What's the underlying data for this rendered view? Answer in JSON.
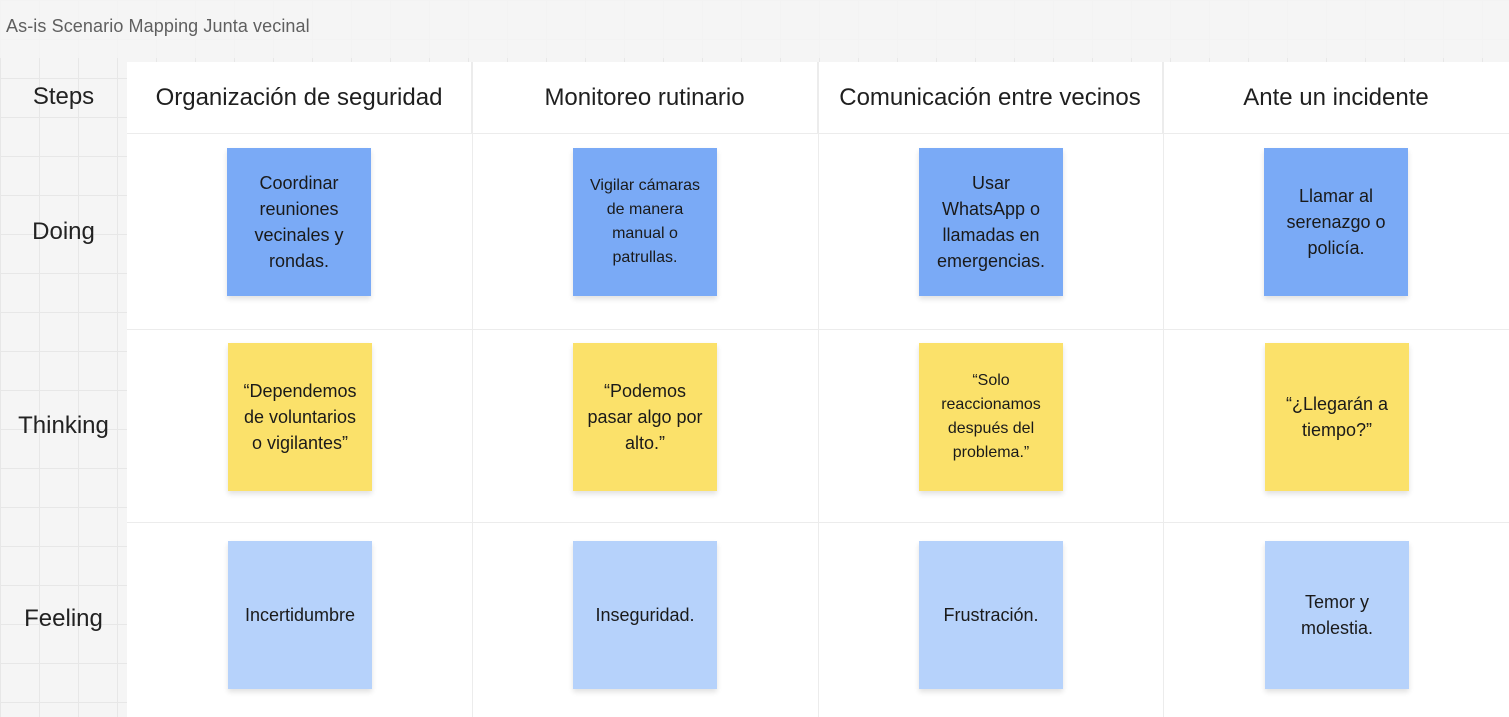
{
  "frame": {
    "title": "As-is Scenario Mapping Junta vecinal"
  },
  "rows": {
    "steps": "Steps",
    "doing": "Doing",
    "thinking": "Thinking",
    "feeling": "Feeling"
  },
  "columns": [
    {
      "header": "Organización de seguridad"
    },
    {
      "header": "Monitoreo rutinario"
    },
    {
      "header": "Comunicación entre vecinos"
    },
    {
      "header": "Ante un incidente"
    }
  ],
  "doing": [
    "Coordinar reuniones vecinales y rondas.",
    "Vigilar cámaras de manera manual o patrullas.",
    "Usar WhatsApp o llamadas en emergencias.",
    "Llamar al serenazgo o policía."
  ],
  "thinking": [
    "“Dependemos de voluntarios o vigilantes”",
    "“Podemos pasar algo por alto.”",
    "“Solo reaccionamos después del problema.”",
    "“¿Llegarán a tiempo?”"
  ],
  "feeling": [
    "Incertidumbre",
    "Inseguridad.",
    "Frustración.",
    "Temor y molestia."
  ],
  "colors": {
    "doing_sticky": "#7aaaf6",
    "thinking_sticky": "#fbe16a",
    "feeling_sticky": "#b6d2fb"
  }
}
